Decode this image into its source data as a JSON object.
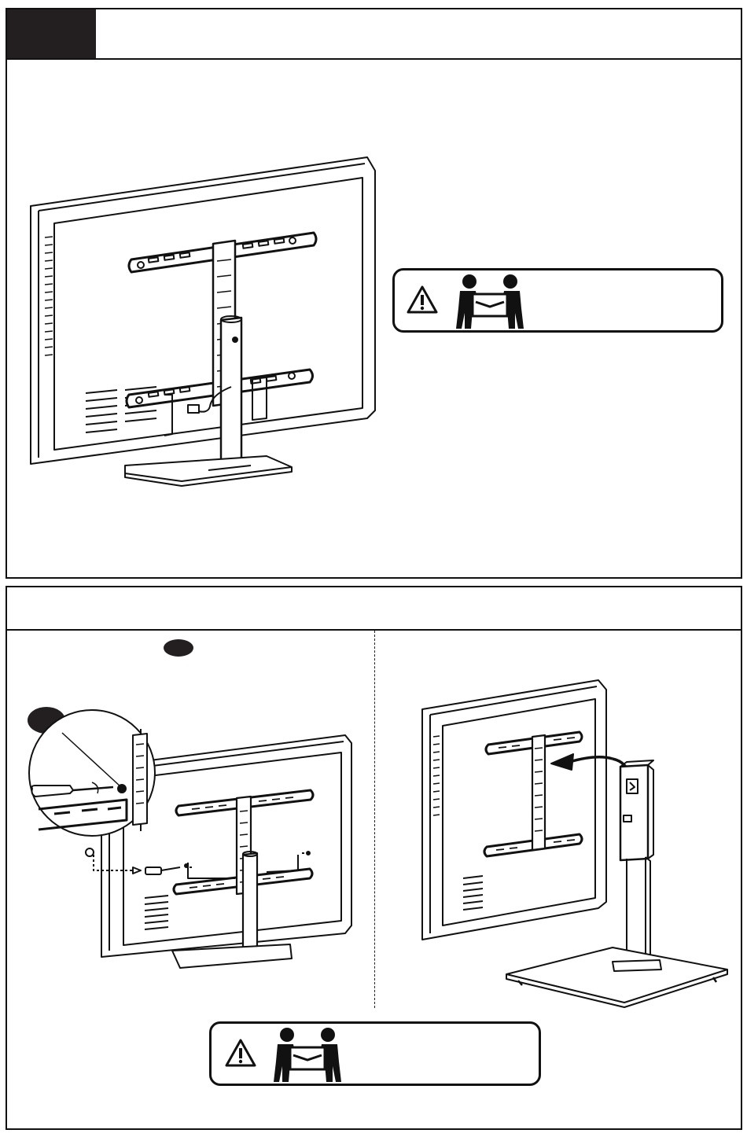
{
  "step1": {
    "step_label": "",
    "title": "",
    "warning_text": "",
    "icons": [
      "tv-back-with-stand-illustration",
      "warning-triangle-icon",
      "two-person-lift-icon"
    ]
  },
  "step2": {
    "title": "",
    "callout_label": "",
    "warning_text": "",
    "icons": [
      "tv-screw-detail-illustration",
      "screwdriver-icon",
      "hang-stand-on-bracket-illustration",
      "warning-triangle-icon",
      "two-person-lift-icon"
    ]
  },
  "colors": {
    "ink": "#111111",
    "step_box": "#231f20",
    "background": "#ffffff"
  }
}
